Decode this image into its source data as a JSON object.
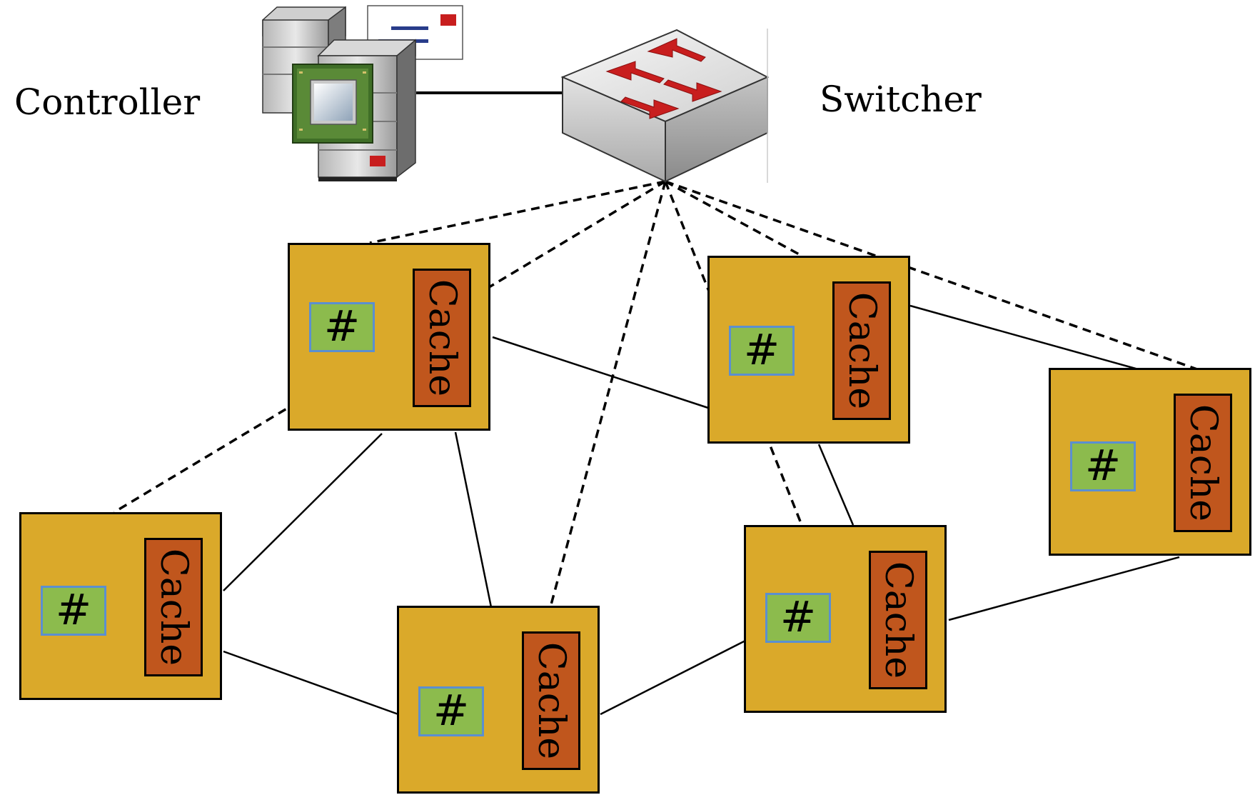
{
  "labels": {
    "controller": "Controller",
    "switcher": "Switcher"
  },
  "node_hash_symbol": "#",
  "node_cache_label": "Cache",
  "nodes": [
    {
      "id": "n1"
    },
    {
      "id": "n2"
    },
    {
      "id": "n3"
    },
    {
      "id": "n4"
    },
    {
      "id": "n5"
    },
    {
      "id": "n6"
    }
  ],
  "links": [
    [
      "n1",
      "n2"
    ],
    [
      "n1",
      "n4"
    ],
    [
      "n1",
      "n5"
    ],
    [
      "n2",
      "n3"
    ],
    [
      "n2",
      "n6"
    ],
    [
      "n3",
      "n6"
    ],
    [
      "n4",
      "n5"
    ],
    [
      "n5",
      "n6"
    ]
  ],
  "switch_links": [
    "n1",
    "n2",
    "n3",
    "n4",
    "n5",
    "n6"
  ],
  "colors": {
    "node_fill": "#daa92a",
    "cache_fill": "#c0561d",
    "hash_fill": "#8cbb4d",
    "hash_border": "#5b8fd0",
    "arrow": "#c81e1e"
  }
}
